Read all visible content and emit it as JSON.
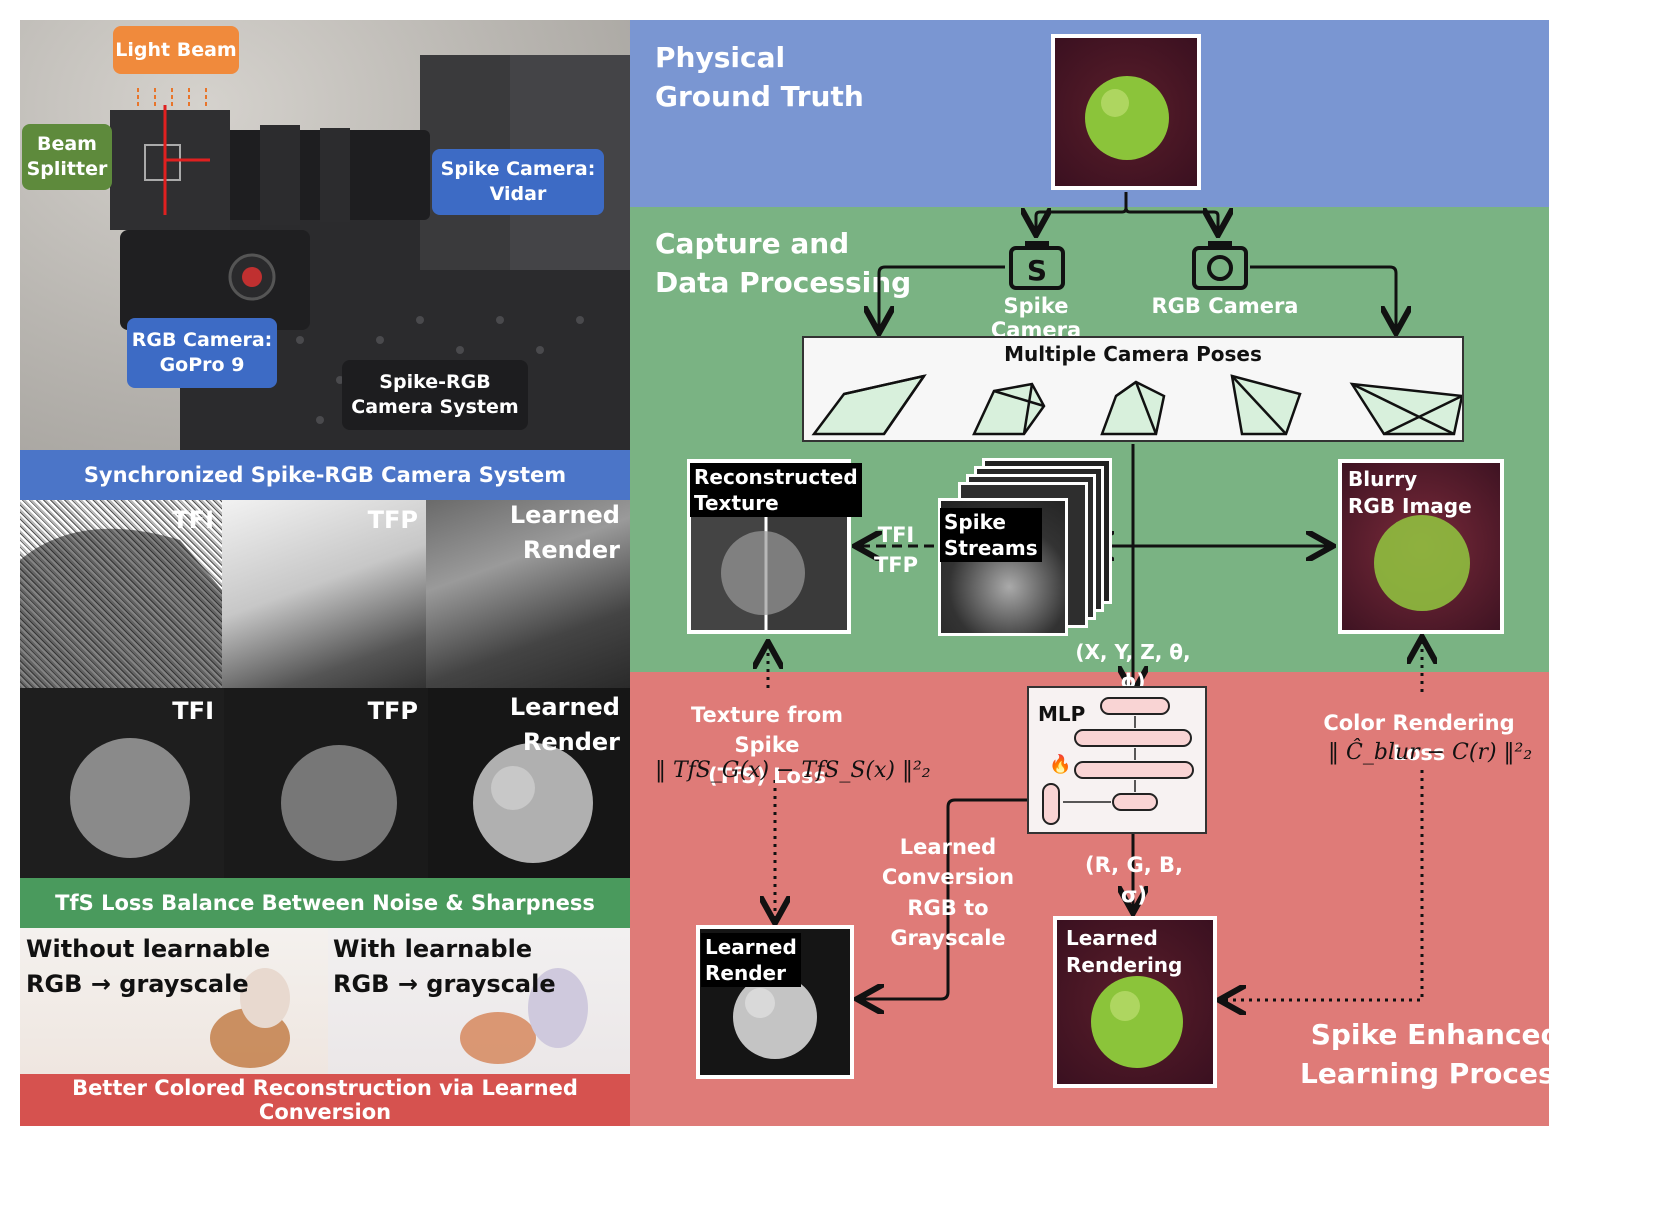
{
  "left": {
    "hardware": {
      "light_beam": "Light Beam",
      "beam_splitter": "Beam\nSplitter",
      "spike_camera": "Spike Camera:\nVidar",
      "rgb_camera": "RGB Camera:\nGoPro 9",
      "system": "Spike-RGB\nCamera System"
    },
    "banner1": "Synchronized Spike-RGB Camera System",
    "car_row": {
      "tfi": "TFI",
      "tfp": "TFP",
      "learned": "Learned\nRender"
    },
    "apple_row": {
      "tfi": "TFI",
      "tfp": "TFP",
      "learned": "Learned\nRender"
    },
    "banner2": "TfS Loss Balance Between Noise & Sharpness",
    "anime_row": {
      "without": "Without learnable\nRGB → grayscale",
      "with": "With learnable\nRGB → grayscale"
    },
    "banner3": "Better Colored Reconstruction via Learned Conversion"
  },
  "right": {
    "ground_truth_title": "Physical\nGround Truth",
    "capture_title": "Capture and\nData Processing",
    "spike_camera_label": "Spike Camera",
    "rgb_camera_label": "RGB Camera",
    "poses_title": "Multiple Camera Poses",
    "reconstructed_texture": "Reconstructed\nTexture",
    "tfi_tfp": "TFI\nTFP",
    "spike_streams": "Spike\nStreams",
    "blurry_rgb": "Blurry\nRGB Image",
    "pose_coords": "(X, Y, Z, θ, ϕ)",
    "mlp": "MLP",
    "tfs_loss_label": "Texture from Spike\n(TfS) Loss",
    "tfs_formula": "‖ TfS_G(x) − TfS_S(x) ‖²₂",
    "color_loss_label": "Color Rendering Loss",
    "color_formula": "‖ Ĉ_blur − C(r) ‖²₂",
    "learned_conversion": "Learned\nConversion\nRGB to Grayscale",
    "rgb_sigma": "(R, G, B, σ)",
    "learned_render": "Learned\nRender",
    "learned_rendering": "Learned\nRendering",
    "enhanced_title": "Spike Enhanced\nLearning Process"
  },
  "colors": {
    "blue_panel": "#7a96d2",
    "green_panel": "#7ab383",
    "red_panel": "#df7b78",
    "orange_tag": "#f08a3c",
    "green_tag": "#5e8a3c",
    "blue_tag": "#3d6bc5",
    "banner_blue": "#4b75c8",
    "banner_green": "#4a9a5d",
    "banner_red": "#d6524f"
  }
}
